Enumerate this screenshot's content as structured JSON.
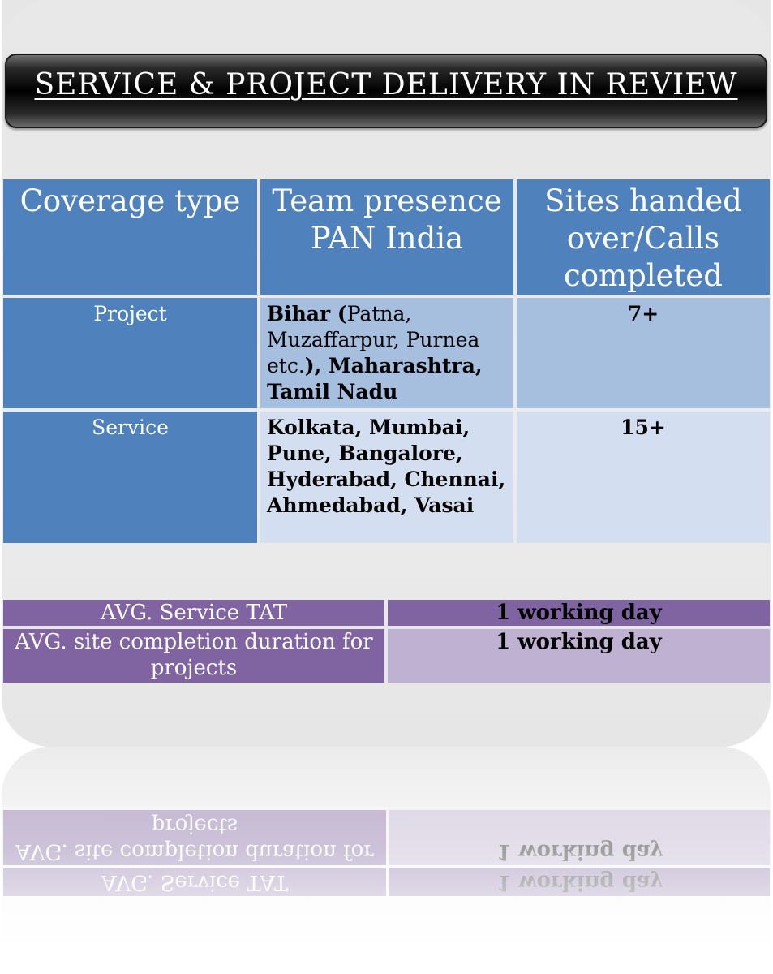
{
  "title": "SERVICE & PROJECT DELIVERY IN REVIEW",
  "coverage_table": {
    "headers": {
      "coverage_type": "Coverage type",
      "team_presence": "Team presence PAN India",
      "sites_handed": "Sites handed over/Calls completed"
    },
    "rows": [
      {
        "type": "Project",
        "team_parts": [
          {
            "text": "Bihar (",
            "bold": true
          },
          {
            "text": "Patna, Muzaffarpur, Purnea etc.",
            "bold": false
          },
          {
            "text": "), Maharashtra, Tamil Nadu",
            "bold": true
          }
        ],
        "sites": "7+"
      },
      {
        "type": "Service",
        "team": "Kolkata, Mumbai, Pune, Bangalore, Hyderabad, Chennai, Ahmedabad, Vasai",
        "sites": "15+"
      }
    ]
  },
  "tat_table": {
    "rows": [
      {
        "label": "AVG. Service TAT",
        "value": "1 working day"
      },
      {
        "label": "AVG. site completion duration for projects",
        "value": "1 working day"
      }
    ]
  },
  "colors": {
    "header_blue": "#4f81bd",
    "row_light_blue": "#a7bfde",
    "row_pale_blue": "#d3dff0",
    "purple": "#8064a2",
    "light_purple": "#bfb1d1",
    "title_bar": "#000000"
  }
}
